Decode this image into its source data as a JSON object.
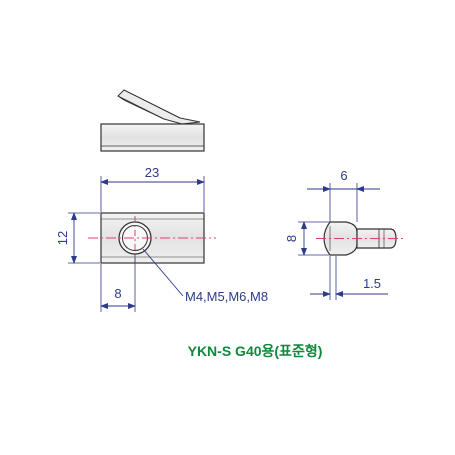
{
  "dimensions": {
    "length": "23",
    "height": "12",
    "hole_offset": "8",
    "side_width": "6",
    "side_height": "8",
    "side_shoulder": "1.5"
  },
  "callout": {
    "thread_sizes": "M4,M5,M6,M8"
  },
  "caption": "YKN-S G40용(표준형)",
  "colors": {
    "outline": "#333333",
    "dimension": "#2e3a8c",
    "centerline": "#e0407a",
    "caption": "#0b8a3a",
    "part_fill": "#e9e9e9"
  }
}
